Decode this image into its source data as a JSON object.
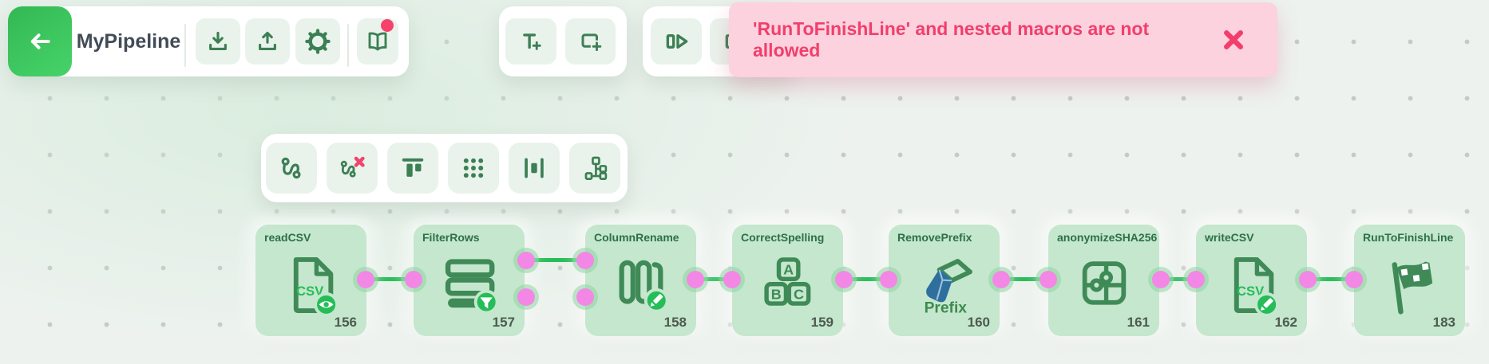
{
  "header": {
    "title": "MyPipeline",
    "toolbar_main": {
      "items": [
        "back",
        "download",
        "upload",
        "settings",
        "documentation"
      ]
    },
    "toolbar_insert": {
      "items": [
        "add-text",
        "add-frame"
      ]
    },
    "toolbar_run": {
      "items": [
        "step-run",
        "run-partially-hidden"
      ]
    }
  },
  "toolbar_arrange": {
    "items": [
      "route",
      "route-delete",
      "align-top",
      "grid-dots",
      "distribute-horizontal",
      "auto-layout-tree"
    ]
  },
  "toast": {
    "message": "'RunToFinishLine' and nested macros are not allowed",
    "close_icon": "close-x"
  },
  "canvas": {
    "nodes": [
      {
        "label": "readCSV",
        "number": "156",
        "icon": "csv-file-preview-icon",
        "icon_text": "CSV"
      },
      {
        "label": "FilterRows",
        "number": "157",
        "icon": "stacked-rows-filter-icon"
      },
      {
        "label": "ColumnRename",
        "number": "158",
        "icon": "columns-edit-icon"
      },
      {
        "label": "CorrectSpelling",
        "number": "159",
        "icon": "abc-blocks-icon",
        "icon_letters": [
          "A",
          "B",
          "C"
        ]
      },
      {
        "label": "RemovePrefix",
        "number": "160",
        "icon": "eraser-icon",
        "icon_text": "Prefix"
      },
      {
        "label": "anonymizeSHA256",
        "number": "161",
        "icon": "puzzle-icon"
      },
      {
        "label": "writeCSV",
        "number": "162",
        "icon": "csv-file-edit-icon",
        "icon_text": "CSV"
      },
      {
        "label": "RunToFinishLine",
        "number": "183",
        "icon": "finish-flag-icon"
      }
    ],
    "edges": [
      {
        "from": "readCSV",
        "to": "FilterRows"
      },
      {
        "from": "FilterRows",
        "to": "ColumnRename"
      },
      {
        "from": "ColumnRename",
        "to": "CorrectSpelling"
      },
      {
        "from": "CorrectSpelling",
        "to": "RemovePrefix"
      },
      {
        "from": "RemovePrefix",
        "to": "anonymizeSHA256"
      },
      {
        "from": "anonymizeSHA256",
        "to": "writeCSV"
      },
      {
        "from": "writeCSV",
        "to": "RunToFinishLine"
      }
    ]
  },
  "colors": {
    "accent_green": "#25bd58",
    "icon_green": "#3d7f54",
    "node_bg": "#c4e7cd",
    "node_label": "#2d7048",
    "port_pink": "#f387e6",
    "error_bg": "#fbd2de",
    "error_text": "#f23e6c",
    "back_button_green": "#3dc860",
    "canvas_bg": "#edf2ee"
  }
}
